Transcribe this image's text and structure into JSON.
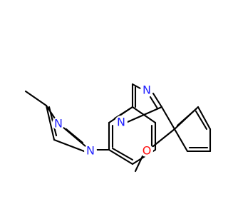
{
  "molecule": {
    "atoms": {
      "n_imid_1": "N",
      "n_imid_3": "N",
      "n_quin_3": "N",
      "n_quin_1": "N",
      "o_methoxy": "O"
    },
    "colors": {
      "nitrogen": "#1f1fff",
      "oxygen": "#ff0d0d",
      "carbon_bond": "#000000",
      "background": "#ffffff"
    }
  }
}
